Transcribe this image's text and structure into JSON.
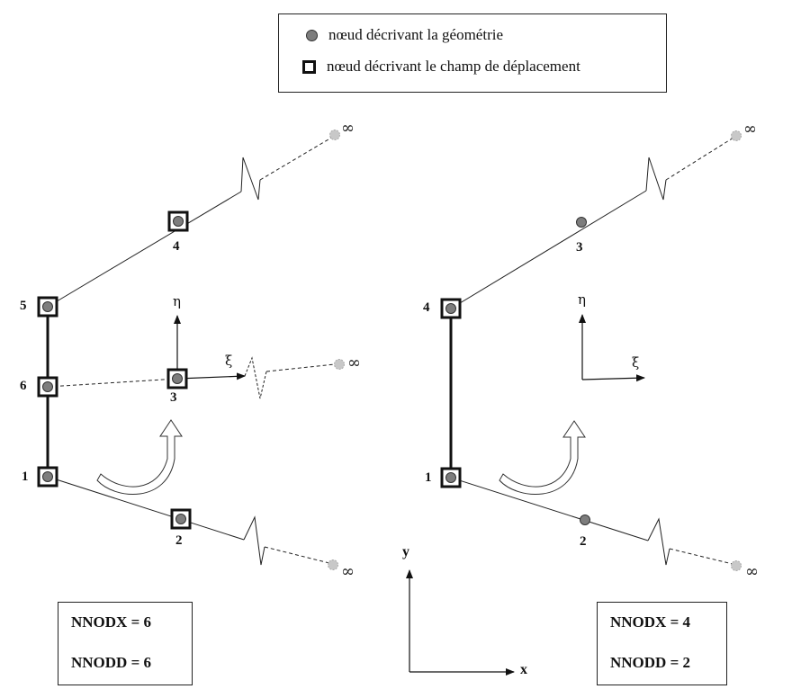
{
  "legend": {
    "geometry_node": "nœud décrivant la géométrie",
    "displacement_node": "nœud décrivant le champ de déplacement"
  },
  "left_element": {
    "node_labels": [
      "1",
      "2",
      "3",
      "4",
      "5",
      "6"
    ],
    "local_axes": {
      "eta": "η",
      "xi": "ξ"
    },
    "infinity": "∞",
    "nnodx": "NNODX = 6",
    "nnodd": "NNODD = 6"
  },
  "right_element": {
    "node_labels": [
      "1",
      "2",
      "3",
      "4"
    ],
    "local_axes": {
      "eta": "η",
      "xi": "ξ"
    },
    "infinity": "∞",
    "nnodx": "NNODX = 4",
    "nnodd": "NNODD = 2"
  },
  "global_axes": {
    "x": "x",
    "y": "y"
  }
}
